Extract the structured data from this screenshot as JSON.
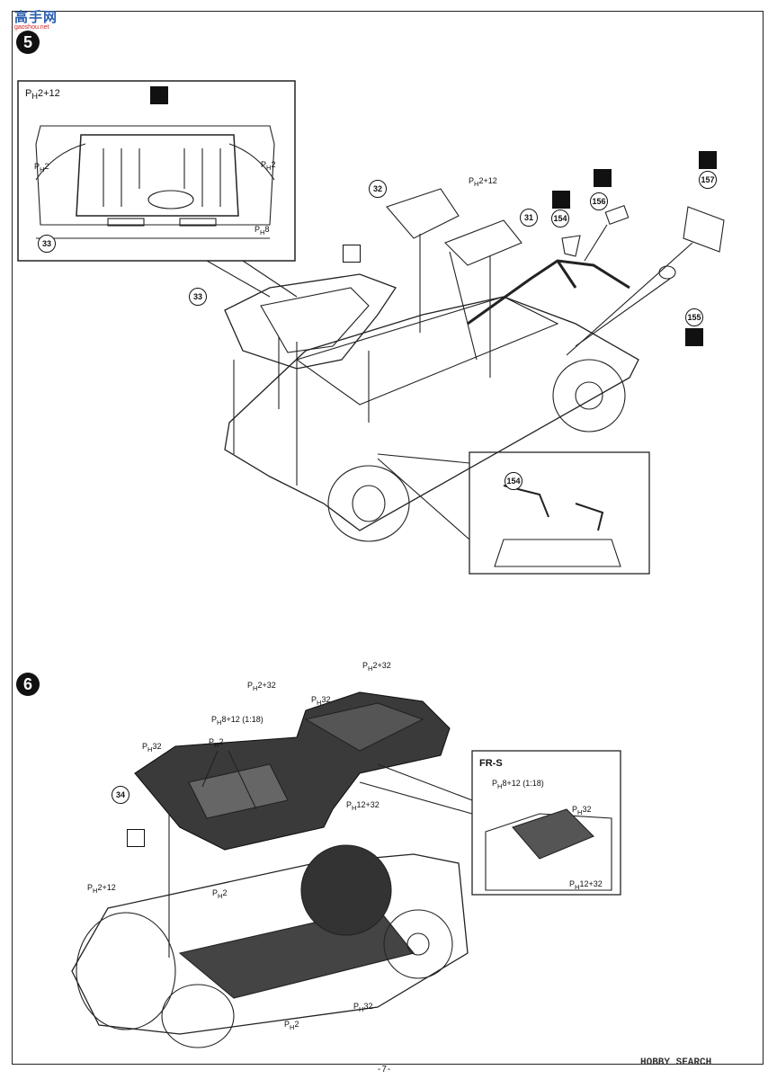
{
  "watermark": {
    "site_cn": "高手网",
    "url": "gaoshou.net"
  },
  "steps": {
    "five": "5",
    "six": "6"
  },
  "parts": {
    "p31": "31",
    "p32": "32",
    "p33a": "33",
    "p33b": "33",
    "p34": "34",
    "p154a": "154",
    "p154b": "154",
    "p155": "155",
    "p156": "156",
    "p157": "157"
  },
  "paint": {
    "s5_inset_top": "2+12",
    "s5_inset_left": "2",
    "s5_inset_right": "2",
    "s5_inset_bottom": "8",
    "s5_panels": "2+12",
    "s6_top_right": "2+32",
    "s6_mid": "2+32",
    "s6_panel32": "32",
    "s6_ph8": "8+12 (1:18)",
    "s6_left32": "32",
    "s6_ph2": "2",
    "s6_ph12": "12+32",
    "s6_fr_label": "FR-S",
    "s6_fr_ph8": "8+12 (1:18)",
    "s6_fr_ph32": "32",
    "s6_fr_ph12": "12+32",
    "s6_chassis_left": "2+12",
    "s6_chassis_ph2": "2",
    "s6_chassis_ph32": "32",
    "s6_chassis_ph2b": "2"
  },
  "page_number": "-7-",
  "footer_watermark": "HOBBY SEARCH",
  "colors": {
    "ink": "#111111",
    "dark_part": "#3a3a3a",
    "watermark_blue": "#2b5fb0",
    "watermark_red": "#d02020"
  }
}
